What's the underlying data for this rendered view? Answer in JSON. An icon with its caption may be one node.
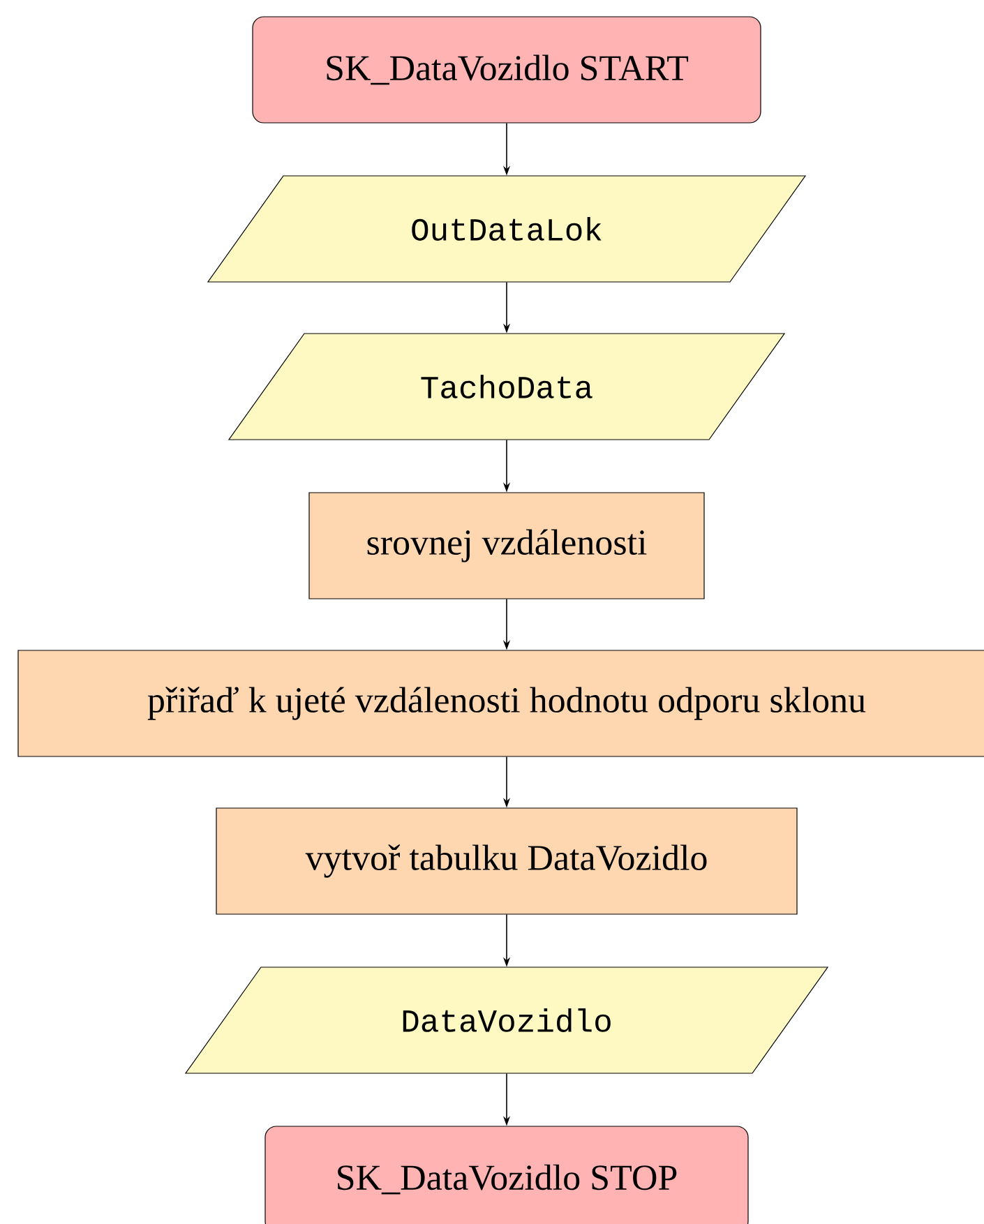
{
  "diagram": {
    "nodes": [
      {
        "text": [
          "SK_DataVozidlo START"
        ]
      },
      {
        "text": [
          "OutDataLok"
        ]
      },
      {
        "text": [
          "TachoData"
        ]
      },
      {
        "text": [
          "srovnej vzdálenosti"
        ]
      },
      {
        "text": [
          "přiřaď k ujeté vzdálenosti hodnotu odporu sklonu"
        ]
      },
      {
        "text": [
          "vytvoř tabulku DataVozidlo"
        ]
      },
      {
        "text": [
          "DataVozidlo"
        ]
      },
      {
        "text": [
          "SK_DataVozidlo STOP"
        ]
      }
    ],
    "edges": [
      {
        "from": 0,
        "to": 1,
        "arrow": "to"
      },
      {
        "from": 1,
        "to": 2,
        "arrow": "to"
      },
      {
        "from": 2,
        "to": 3,
        "arrow": "to"
      },
      {
        "from": 3,
        "to": 4,
        "arrow": "to"
      },
      {
        "from": 4,
        "to": 5,
        "arrow": "to"
      },
      {
        "from": 5,
        "to": 6,
        "arrow": "to"
      },
      {
        "from": 6,
        "to": 7,
        "arrow": "to"
      }
    ]
  }
}
